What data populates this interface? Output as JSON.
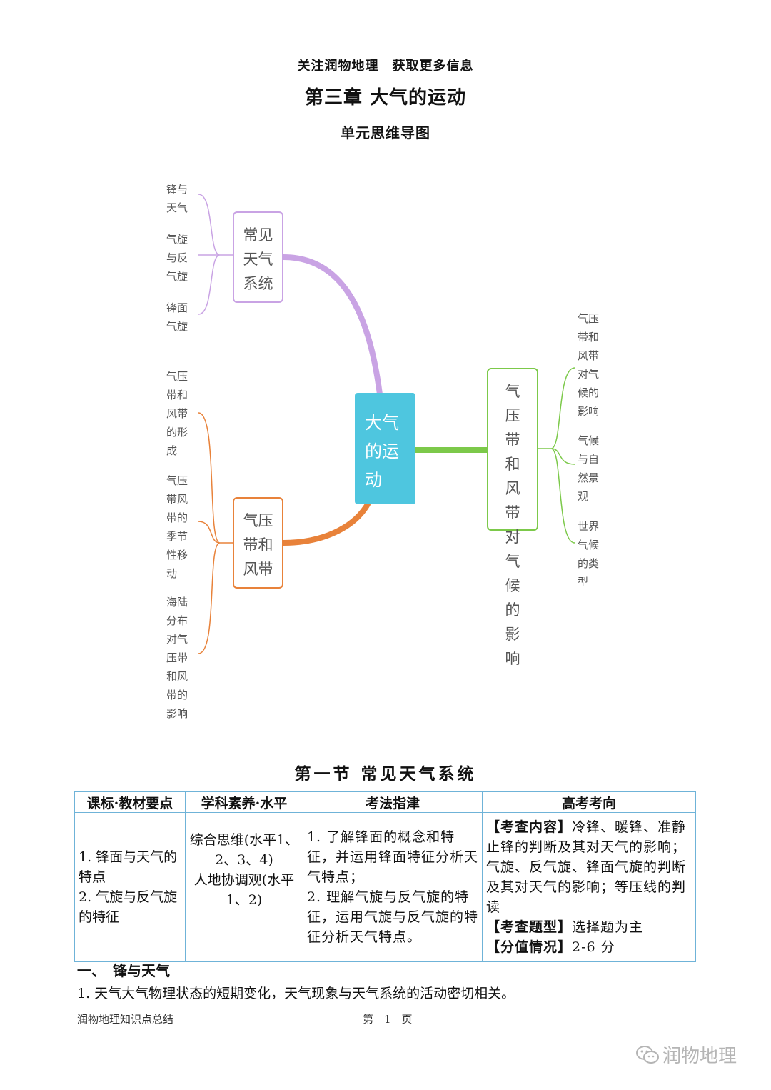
{
  "header": {
    "notice": "关注润物地理　获取更多信息",
    "chapter_title": "第三章  大气的运动",
    "map_title": "单元思维导图"
  },
  "mindmap": {
    "center": "大气的运动",
    "branches": [
      {
        "label": "常见天气系统",
        "color": "#c9a3e4",
        "leaves": [
          "锋与天气",
          "气旋与反气旋",
          "锋面气旋"
        ]
      },
      {
        "label": "气压带和风带",
        "color": "#e8823a",
        "leaves": [
          "气压带和风带的形成",
          "气压带风带的季节性移动",
          "海陆分布对气压带和风带的影响"
        ]
      },
      {
        "label": "气压带和风带对气候的影响",
        "color": "#7cc94a",
        "leaves": [
          "气压带和风带对气候的影响",
          "气候与自然景观",
          "世界气候的类型"
        ]
      }
    ]
  },
  "section": {
    "title": "第一节  常见天气系统",
    "table": {
      "headers": [
        "课标·教材要点",
        "学科素养·水平",
        "考法指津",
        "高考考向"
      ],
      "col1": [
        "1. 锋面与天气的特点",
        "2. 气旋与反气旋的特征"
      ],
      "col2": [
        "综合思维(水平1、2、3、4)",
        "人地协调观(水平1、2)"
      ],
      "col3": [
        "1. 了解锋面的概念和特征，并运用锋面特征分析天气特点；",
        "2. 理解气旋与反气旋的特征，运用气旋与反气旋的特征分析天气特点。"
      ],
      "col4": {
        "content_tag": "【考查内容】",
        "content": "冷锋、暖锋、准静止锋的判断及其对天气的影响；气旋、反气旋、锋面气旋的判断及其对天气的影响；等压线的判读",
        "type_tag": "【考查题型】",
        "type": "选择题为主",
        "score_tag": "【分值情况】",
        "score": "2-6 分"
      }
    },
    "subheading": "一、　锋与天气",
    "paragraph": "1. 天气大气物理状态的短期变化，天气现象与天气系统的活动密切相关。"
  },
  "footer": {
    "left": "润物地理知识点总结",
    "page": "第　1　页"
  },
  "watermark": "润物地理"
}
